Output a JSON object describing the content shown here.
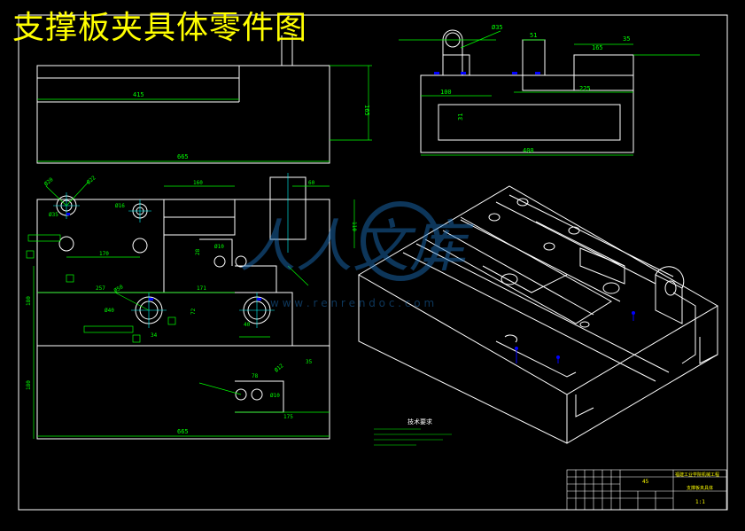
{
  "title": "支撑板夹具体零件图",
  "watermark": {
    "main": "人人文库",
    "url": "w w w . r e n r e n d o c . c o m"
  },
  "colors": {
    "background": "#000000",
    "geometry": "#ffffff",
    "dimension": "#00ff00",
    "centerline": "#00ffff",
    "annotation": "#ffff00",
    "iso_lines": "#ffffff"
  },
  "dimensions": {
    "front_view": [
      "415",
      "665",
      "165"
    ],
    "side_view": [
      "Ø35",
      "51",
      "165",
      "35",
      "100",
      "225",
      "400",
      "31"
    ],
    "top_view": [
      "Ø20",
      "Ø22",
      "Ø35",
      "Ø16",
      "170",
      "160",
      "60",
      "110",
      "257",
      "Ø50",
      "Ø10",
      "Ø40",
      "171",
      "72",
      "34",
      "35",
      "78",
      "Ø12",
      "Ø10",
      "175",
      "40",
      "665",
      "180",
      "180",
      "28"
    ]
  },
  "notes": {
    "heading": "技术要求"
  },
  "title_block": {
    "company": "福建工业学院机械工程",
    "drawing_name": "支撑板夹具体",
    "material": "45",
    "scale": "1:1"
  }
}
